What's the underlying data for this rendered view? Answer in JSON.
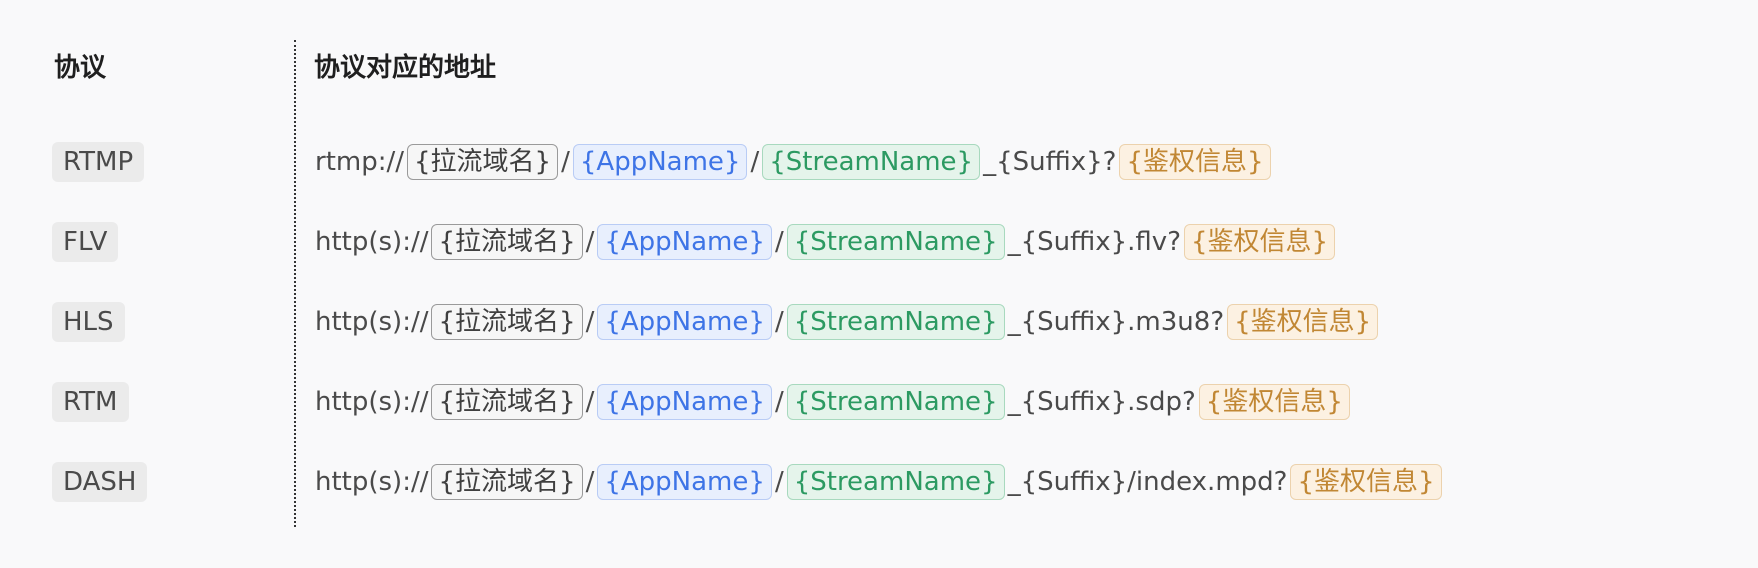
{
  "headers": {
    "protocol": "协议",
    "address": "协议对应的地址"
  },
  "tokens": {
    "domain": "{拉流域名}",
    "app": "{AppName}",
    "stream": "{StreamName}",
    "auth": "{鉴权信息}",
    "slash": "/"
  },
  "rows": [
    {
      "protocol": "RTMP",
      "scheme": "rtmp://",
      "suffix": "_{Suffix}?"
    },
    {
      "protocol": "FLV",
      "scheme": "http(s)://",
      "suffix": "_{Suffix}.flv?"
    },
    {
      "protocol": "HLS",
      "scheme": "http(s)://",
      "suffix": "_{Suffix}.m3u8?"
    },
    {
      "protocol": "RTM",
      "scheme": "http(s)://",
      "suffix": "_{Suffix}.sdp?"
    },
    {
      "protocol": "DASH",
      "scheme": "http(s)://",
      "suffix": "_{Suffix}/index.mpd?"
    }
  ],
  "colors": {
    "app": "#3e74e6",
    "stream": "#2c9a62",
    "auth": "#c18734",
    "domain": "#3f3f3f"
  }
}
